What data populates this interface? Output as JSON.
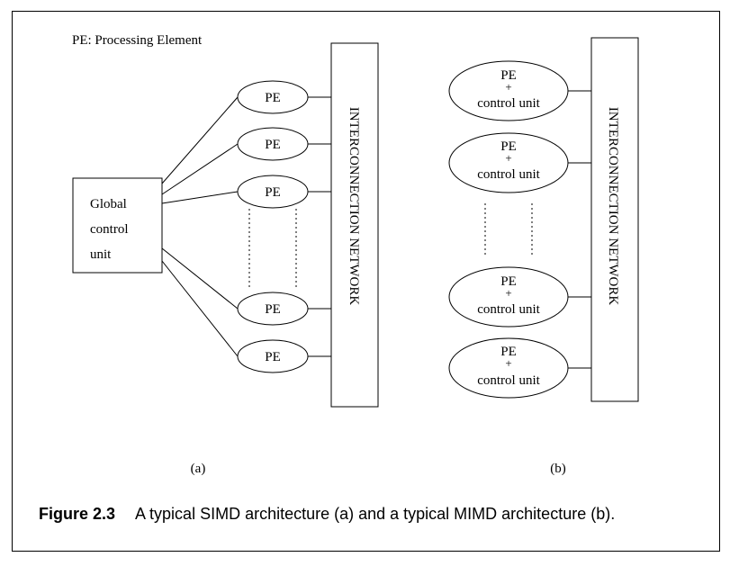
{
  "legend": "PE: Processing Element",
  "simd": {
    "global_unit_lines": [
      "Global",
      "control",
      "unit"
    ],
    "pe_labels": [
      "PE",
      "PE",
      "PE",
      "PE",
      "PE"
    ],
    "network_label": "INTERCONNECTION NETWORK",
    "sublabel": "(a)"
  },
  "mimd": {
    "pe_units": [
      {
        "pe": "PE",
        "plus": "+",
        "cu": "control unit"
      },
      {
        "pe": "PE",
        "plus": "+",
        "cu": "control unit"
      },
      {
        "pe": "PE",
        "plus": "+",
        "cu": "control unit"
      },
      {
        "pe": "PE",
        "plus": "+",
        "cu": "control unit"
      }
    ],
    "network_label": "INTERCONNECTION NETWORK",
    "sublabel": "(b)"
  },
  "caption": {
    "number": "Figure 2.3",
    "text": "A typical  SIMD architecture (a) and a typical MIMD architecture (b)."
  }
}
